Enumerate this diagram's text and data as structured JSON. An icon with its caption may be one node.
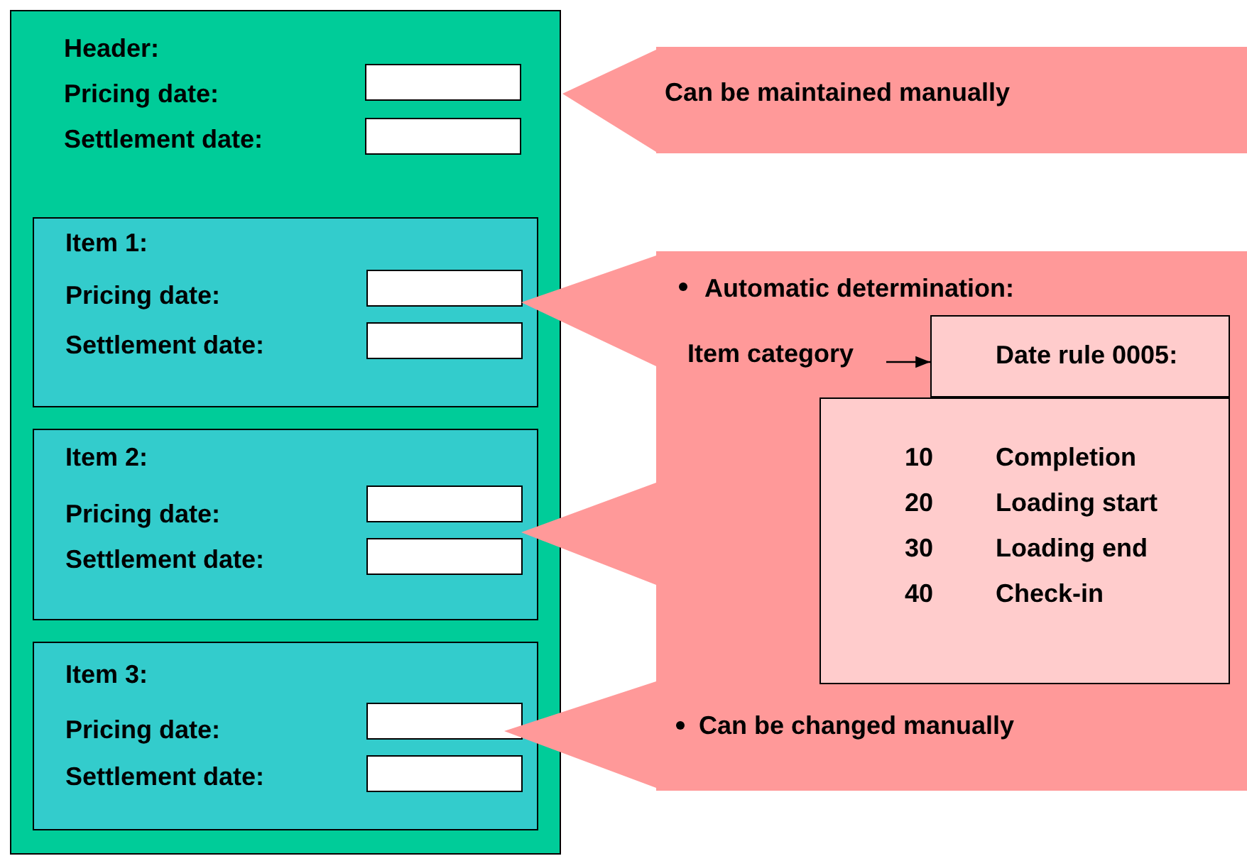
{
  "diagram": {
    "nodes": [
      {
        "text": [
          "Header:",
          "Pricing date:",
          "Settlement date:"
        ]
      },
      {
        "text": [],
        "shape": "box",
        "in": 0
      },
      {
        "text": [],
        "shape": "box",
        "in": 0
      },
      {
        "text": [
          "Item 1:",
          "Pricing date:",
          "Settlement date:"
        ],
        "in": 0
      },
      {
        "text": [],
        "shape": "box",
        "in": 3
      },
      {
        "text": [],
        "shape": "box",
        "in": 3
      },
      {
        "text": [
          "Item 2:",
          "Pricing date:",
          "Settlement date:"
        ],
        "in": 0
      },
      {
        "text": [],
        "shape": "box",
        "in": 6
      },
      {
        "text": [],
        "shape": "box",
        "in": 6
      },
      {
        "text": [
          "Item 3:",
          "Pricing date:",
          "Settlement date:"
        ],
        "in": 0
      },
      {
        "text": [],
        "shape": "box",
        "in": 9
      },
      {
        "text": [],
        "shape": "box",
        "in": 9
      },
      {
        "text": [
          "Can be maintained manually"
        ]
      },
      {
        "text": [
          "Automatic determination:",
          "Can be changed manually"
        ]
      },
      {
        "text": [
          "Item category"
        ],
        "in": 13
      },
      {
        "text": [
          "Date rule 0005:"
        ],
        "in": 13
      },
      {
        "text": [
          "10",
          "Completion",
          "20",
          "Loading start",
          "30",
          "Loading end",
          "40",
          "Check-in"
        ],
        "in": 13
      }
    ],
    "edges": [
      {
        "from": 14,
        "to": 15,
        "arrow": "to"
      }
    ]
  }
}
